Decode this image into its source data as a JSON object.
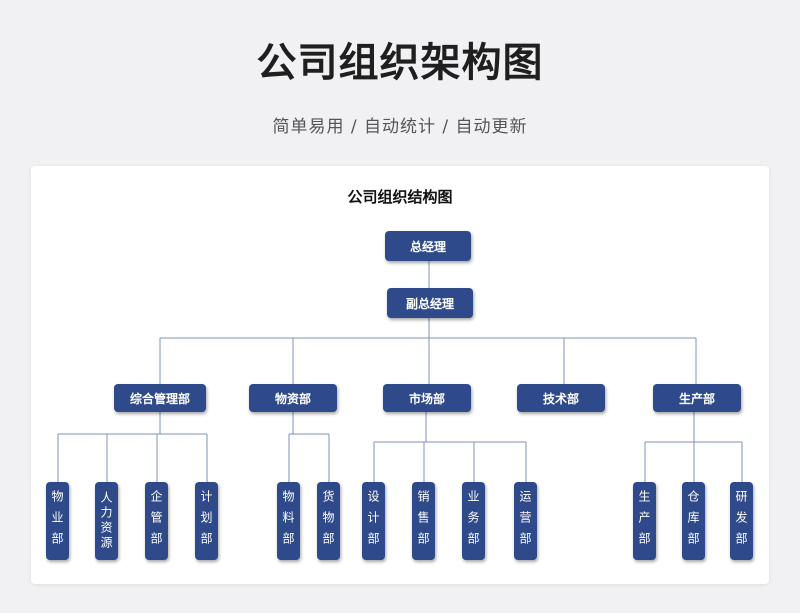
{
  "header": {
    "title": "公司组织架构图",
    "subtitle": "简单易用 / 自动统计 / 自动更新"
  },
  "chart": {
    "title": "公司组织结构图",
    "top": "总经理",
    "deputy": "副总经理",
    "departments": [
      {
        "name": "综合管理部",
        "units": [
          "物业部",
          "人力资源",
          "企管部",
          "计划部"
        ]
      },
      {
        "name": "物资部",
        "units": [
          "物料部",
          "货物部"
        ]
      },
      {
        "name": "市场部",
        "units": [
          "设计部",
          "销售部",
          "业务部",
          "运营部"
        ]
      },
      {
        "name": "技术部",
        "units": []
      },
      {
        "name": "生产部",
        "units": [
          "生产部",
          "仓库部",
          "研发部"
        ]
      }
    ]
  },
  "colors": {
    "node": "#2f4a8a",
    "line": "#7f90b8"
  }
}
